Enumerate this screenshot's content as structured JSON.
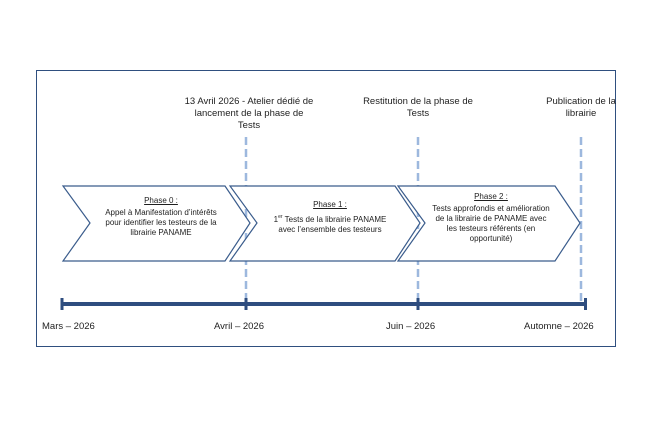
{
  "milestones": [
    {
      "label": "13 Avril 2026 - Atelier dédié de lancement de la phase de Tests"
    },
    {
      "label": "Restitution de la phase de Tests"
    },
    {
      "label": "Publication de la librairie"
    }
  ],
  "phases": [
    {
      "title": "Phase 0 :",
      "text": "Appel à Manifestation d’intérêts pour identifier les testeurs de la librairie PANAME"
    },
    {
      "title": "Phase 1 :",
      "sup": "er",
      "prefix": "1",
      "text": " Tests de la librairie PANAME avec l’ensemble des testeurs"
    },
    {
      "title": "Phase 2 :",
      "text": "Tests approfondis et amélioration de la librairie de PANAME avec les testeurs référents (en opportunité)"
    }
  ],
  "dates": [
    "Mars – 2026",
    "Avril – 2026",
    "Juin – 2026",
    "Automne – 2026"
  ],
  "colors": {
    "axis": "#2e4d7f",
    "dashed": "#9db8de",
    "arrow_stroke": "#3a5c8c",
    "frame": "#2f4f7f"
  }
}
